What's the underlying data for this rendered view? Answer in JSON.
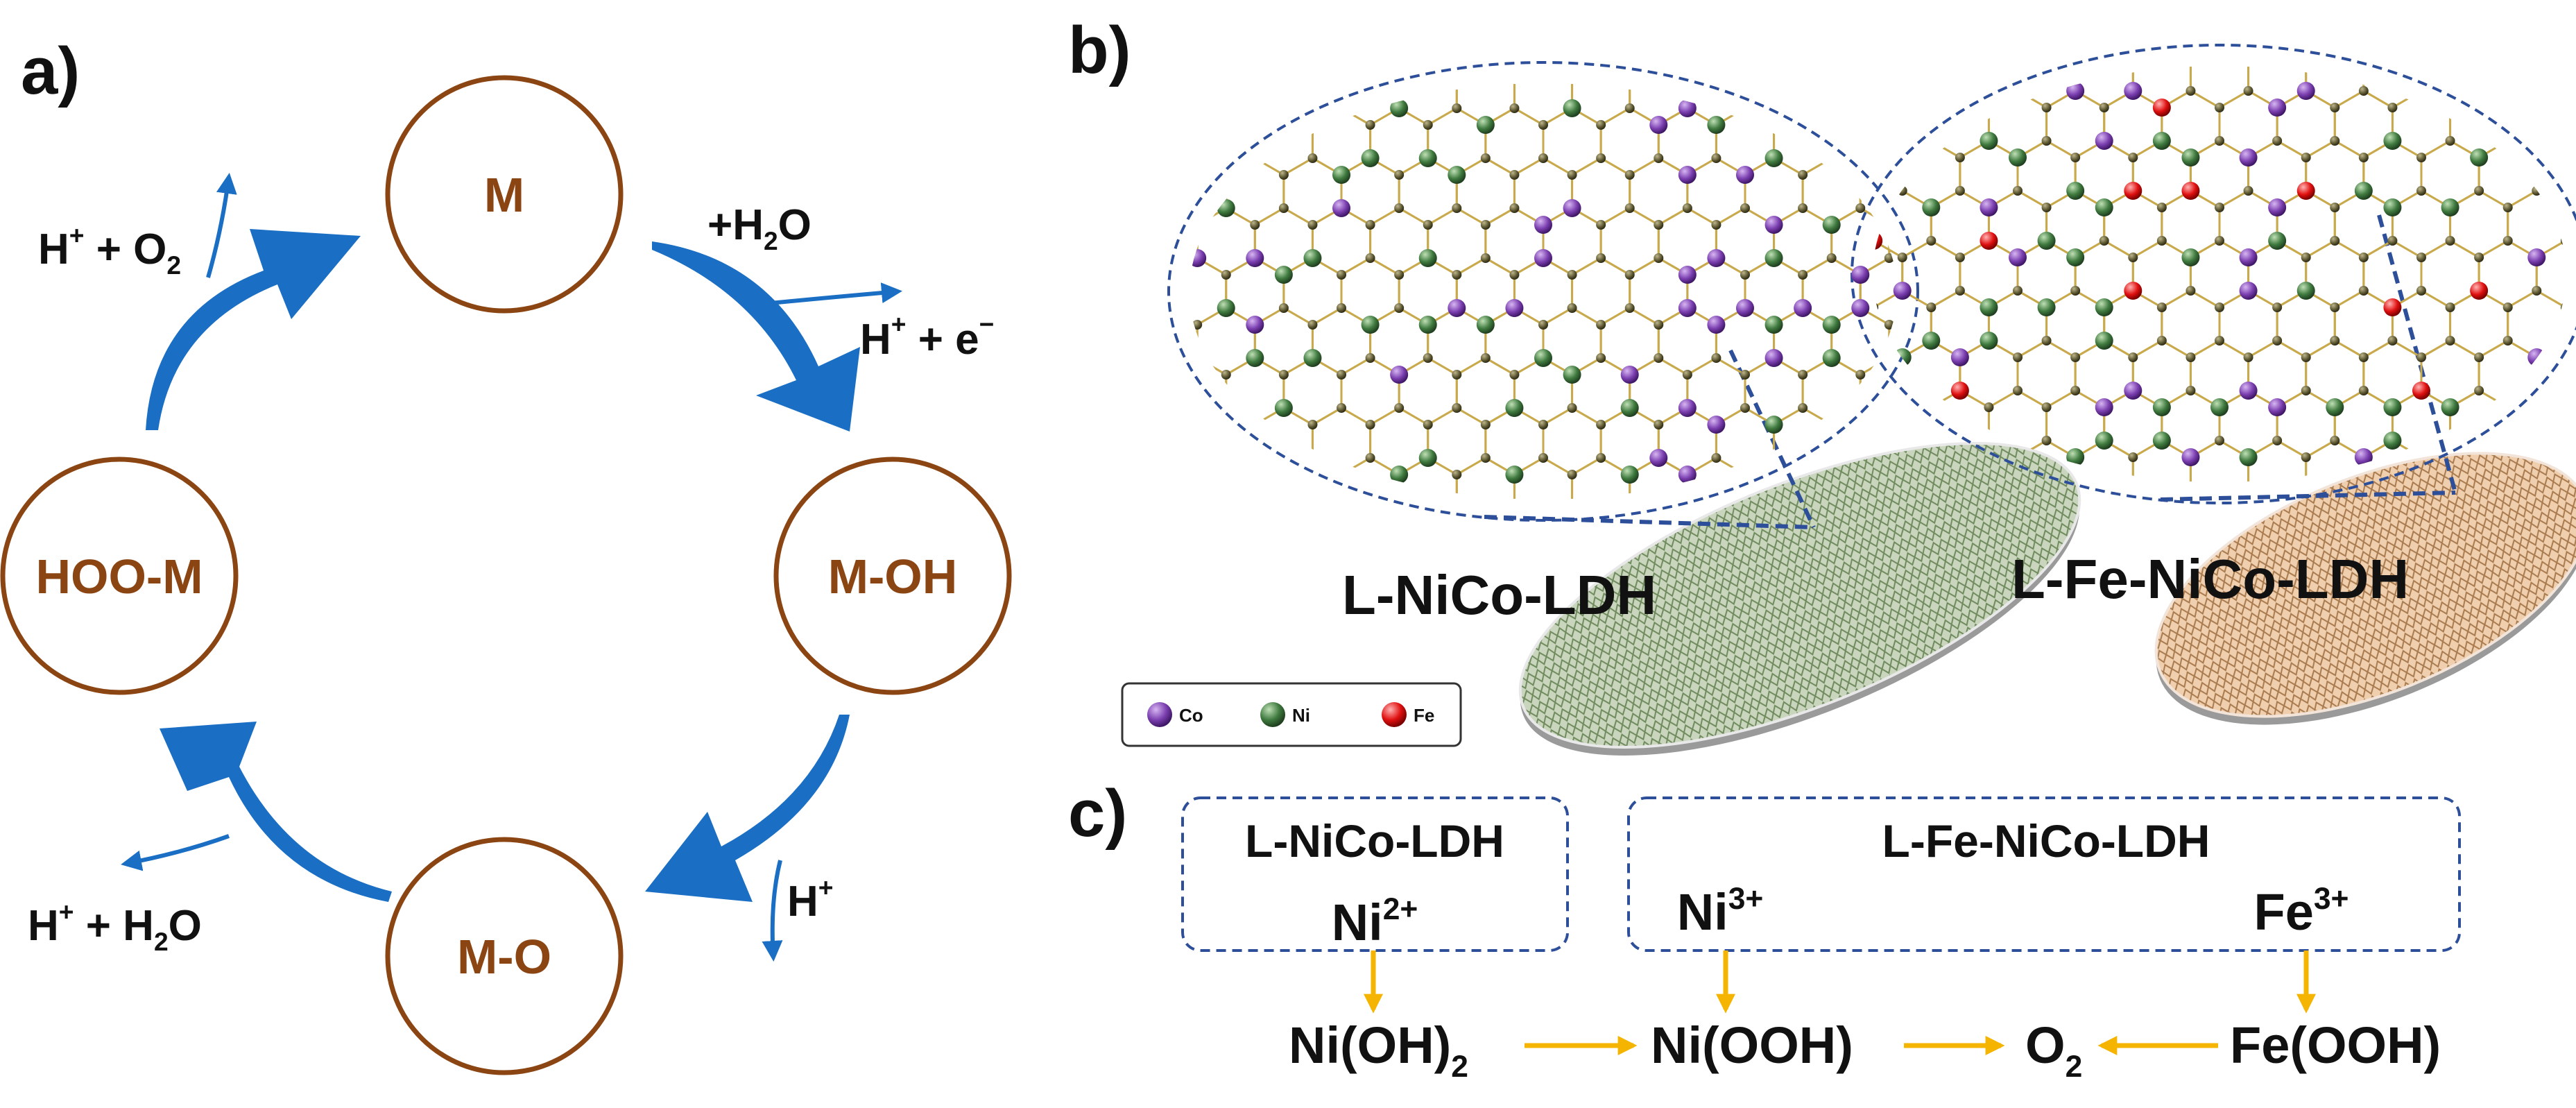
{
  "panels": {
    "a": "a)",
    "b": "b)",
    "c": "c)"
  },
  "cycle": {
    "nodes": {
      "m": "M",
      "m_oh": "M-OH",
      "m_o": "M-O",
      "hoo_m": "HOO-M"
    },
    "reagents": {
      "top_right_in": "+H2O",
      "top_right_out_base": "H",
      "top_right_out_sup": "+",
      "top_right_out_rest": " + e",
      "top_right_out_sup2": "−",
      "right_out_base": "H",
      "right_out_sup": "+",
      "bottom_left_base": "H",
      "bottom_left_sup": "+",
      "bottom_left_rest": " + H",
      "bottom_left_sub": "2",
      "bottom_left_end": "O",
      "top_left_base": "H",
      "top_left_sup": "+",
      "top_left_rest": " + O",
      "top_left_sub": "2"
    }
  },
  "lattice": {
    "left_title": "L-NiCo-LDH",
    "right_title": "L-Fe-NiCo-LDH",
    "legend": [
      {
        "label": "Co",
        "color": "#7b3fb0"
      },
      {
        "label": "Ni",
        "color": "#3f7a3f"
      },
      {
        "label": "Fe",
        "color": "#e01010"
      }
    ],
    "colors": {
      "bond": "#c8a94b",
      "node": "#4a4a2a",
      "frame": "#2d4f9a",
      "disk_left": "#b9c9ad",
      "disk_right": "#e8c3a3"
    }
  },
  "mechanism": {
    "box_left": {
      "title": "L-NiCo-LDH",
      "ion_base": "Ni",
      "ion_sup": "2+"
    },
    "box_right": {
      "title": "L-Fe-NiCo-LDH",
      "ion1_base": "Ni",
      "ion1_sup": "3+",
      "ion2_base": "Fe",
      "ion2_sup": "3+"
    },
    "flow": {
      "ni_oh2_base": "Ni(OH)",
      "ni_oh2_sub": "2",
      "ni_ooh": "Ni(OOH)",
      "o2_base": "O",
      "o2_sub": "2",
      "fe_ooh": "Fe(OOH)"
    },
    "arrow_color": "#f5b400"
  },
  "palette": {
    "arrow_blue": "#1a6fc4",
    "circle_brown": "#8B4513"
  }
}
